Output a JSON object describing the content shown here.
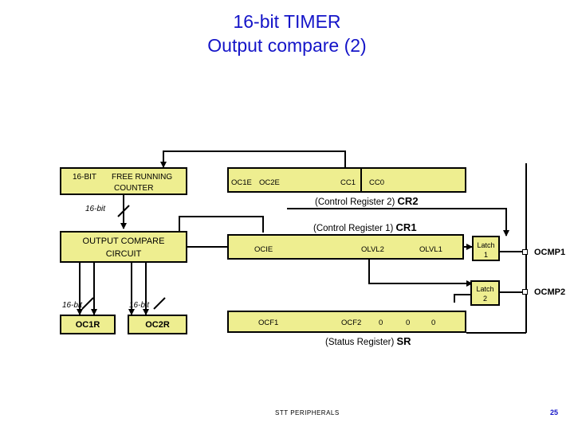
{
  "title": {
    "line1": "16-bit TIMER",
    "line2": "Output compare (2)"
  },
  "counter": {
    "width_label": "16-BIT",
    "name_line1": "FREE RUNNING",
    "name_line2": "COUNTER"
  },
  "cr2": {
    "bits": [
      "OC1E",
      "OC2E",
      "",
      "",
      "CC1",
      "CC0",
      "",
      ""
    ],
    "label": "(Control Register 2)",
    "abbr": "CR2"
  },
  "cr1": {
    "bits": [
      "OCIE",
      "",
      "",
      "",
      "OLVL2",
      "",
      "OLVL1",
      ""
    ],
    "label": "(Control Register 1)",
    "abbr": "CR1"
  },
  "sr": {
    "bits": [
      "OCF1",
      "",
      "",
      "OCF2",
      "0",
      "0",
      "0",
      ""
    ],
    "label": "(Status Register)",
    "abbr": "SR"
  },
  "compare": {
    "line1": "OUTPUT COMPARE",
    "line2": "CIRCUIT"
  },
  "bus_labels": {
    "top": "16-bit",
    "left": "16-bit",
    "right": "16-bit"
  },
  "registers": {
    "oc1r": "OC1R",
    "oc2r": "OC2R"
  },
  "latch1": {
    "line1": "Latch",
    "line2": "1"
  },
  "latch2": {
    "line1": "Latch",
    "line2": "2"
  },
  "pins": {
    "ocmp1": "OCMP1",
    "ocmp2": "OCMP2"
  },
  "footer": {
    "text": "STT PERIPHERALS",
    "page": "25"
  }
}
